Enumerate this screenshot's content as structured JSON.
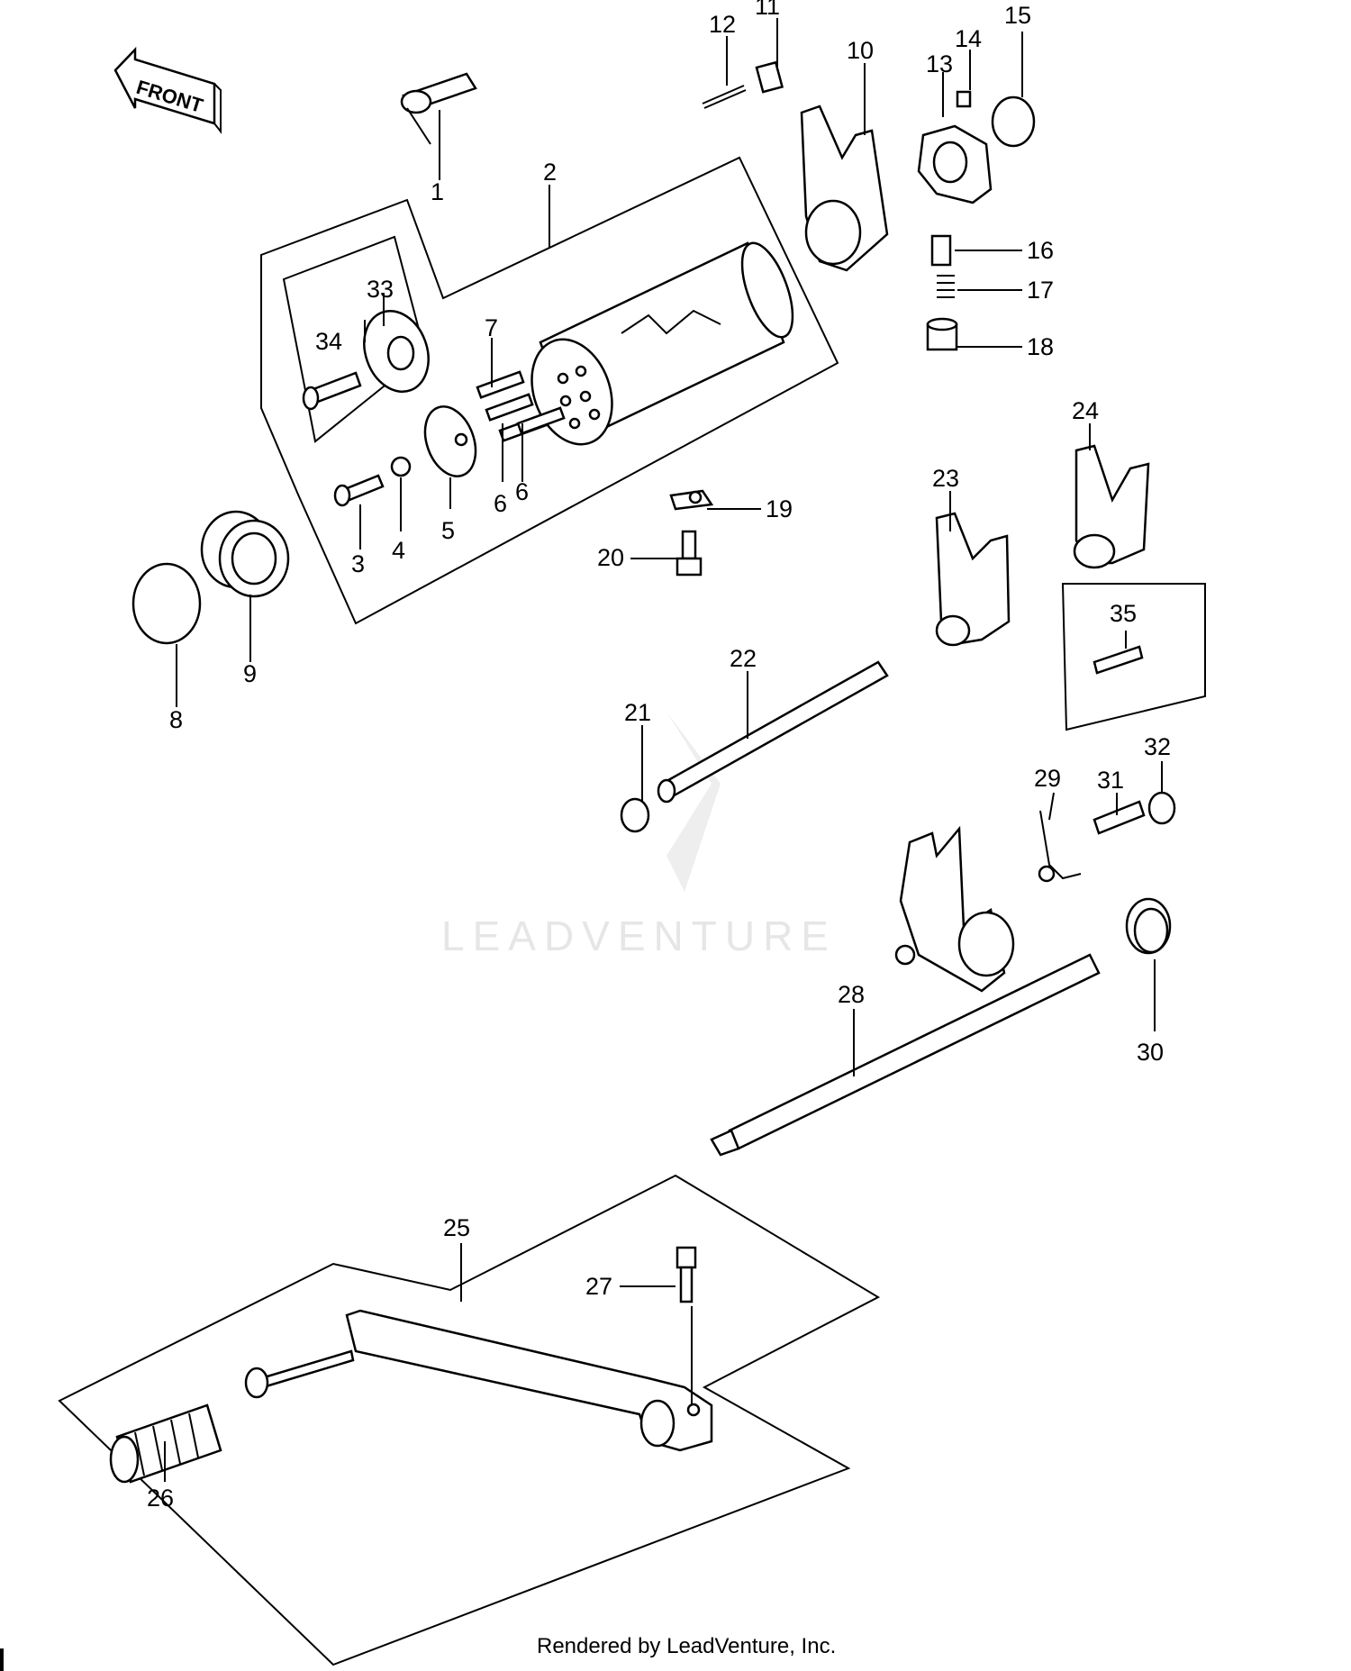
{
  "diagram": {
    "front_label": "FRONT",
    "watermark": "LEADVENTURE",
    "footer": "Rendered by LeadVenture, Inc.",
    "callouts": [
      {
        "id": "c1",
        "text": "1"
      },
      {
        "id": "c2",
        "text": "2"
      },
      {
        "id": "c3",
        "text": "3"
      },
      {
        "id": "c4",
        "text": "4"
      },
      {
        "id": "c5",
        "text": "5"
      },
      {
        "id": "c6a",
        "text": "6"
      },
      {
        "id": "c6b",
        "text": "6"
      },
      {
        "id": "c7",
        "text": "7"
      },
      {
        "id": "c8",
        "text": "8"
      },
      {
        "id": "c9",
        "text": "9"
      },
      {
        "id": "c10",
        "text": "10"
      },
      {
        "id": "c11",
        "text": "11"
      },
      {
        "id": "c12",
        "text": "12"
      },
      {
        "id": "c13",
        "text": "13"
      },
      {
        "id": "c14",
        "text": "14"
      },
      {
        "id": "c15",
        "text": "15"
      },
      {
        "id": "c16",
        "text": "16"
      },
      {
        "id": "c17",
        "text": "17"
      },
      {
        "id": "c18",
        "text": "18"
      },
      {
        "id": "c19",
        "text": "19"
      },
      {
        "id": "c20",
        "text": "20"
      },
      {
        "id": "c21",
        "text": "21"
      },
      {
        "id": "c22",
        "text": "22"
      },
      {
        "id": "c23",
        "text": "23"
      },
      {
        "id": "c24",
        "text": "24"
      },
      {
        "id": "c25",
        "text": "25"
      },
      {
        "id": "c26",
        "text": "26"
      },
      {
        "id": "c27",
        "text": "27"
      },
      {
        "id": "c28",
        "text": "28"
      },
      {
        "id": "c29",
        "text": "29"
      },
      {
        "id": "c30",
        "text": "30"
      },
      {
        "id": "c31",
        "text": "31"
      },
      {
        "id": "c32",
        "text": "32"
      },
      {
        "id": "c33",
        "text": "33"
      },
      {
        "id": "c34",
        "text": "34"
      },
      {
        "id": "c35",
        "text": "35"
      }
    ]
  }
}
